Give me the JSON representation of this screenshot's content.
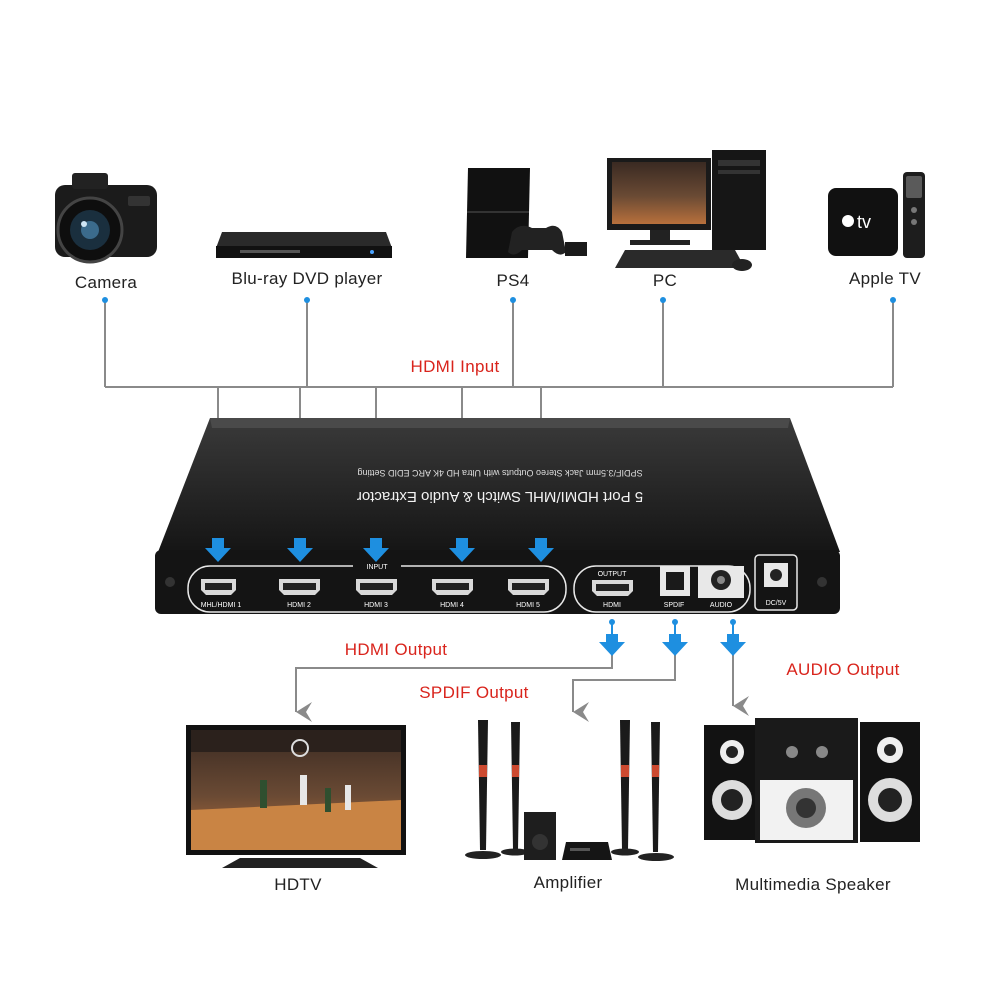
{
  "sources": {
    "camera": "Camera",
    "bluray": "Blu-ray DVD player",
    "ps4": "PS4",
    "pc": "PC",
    "appletv": "Apple TV",
    "appletv_logo": "tv"
  },
  "flows": {
    "hdmi_input": "HDMI Input",
    "hdmi_output": "HDMI Output",
    "spdif_output": "SPDIF Output",
    "audio_output": "AUDIO Output"
  },
  "device": {
    "title": "5 Port HDMI/MHL Switch & Audio Extractor",
    "subtitle": "SPDIF/3.5mm Jack Stereo Outputs with Ultra HD 4K ARC EDID Setting",
    "input_group": "INPUT",
    "ports": [
      "MHL/HDMI 1",
      "HDMI 2",
      "HDMI 3",
      "HDMI 4",
      "HDMI 5"
    ],
    "output_group": "OUTPUT",
    "out_hdmi": "HDMI",
    "out_spdif": "SPDIF",
    "out_audio": "AUDIO",
    "dc": "DC/5V"
  },
  "sinks": {
    "hdtv": "HDTV",
    "amplifier": "Amplifier",
    "speaker": "Multimedia Speaker"
  },
  "colors": {
    "label_red": "#d9241c",
    "arrow_blue": "#1e8fe0",
    "line_gray": "#8a8a8a",
    "device_body": "#1c1c1c"
  }
}
